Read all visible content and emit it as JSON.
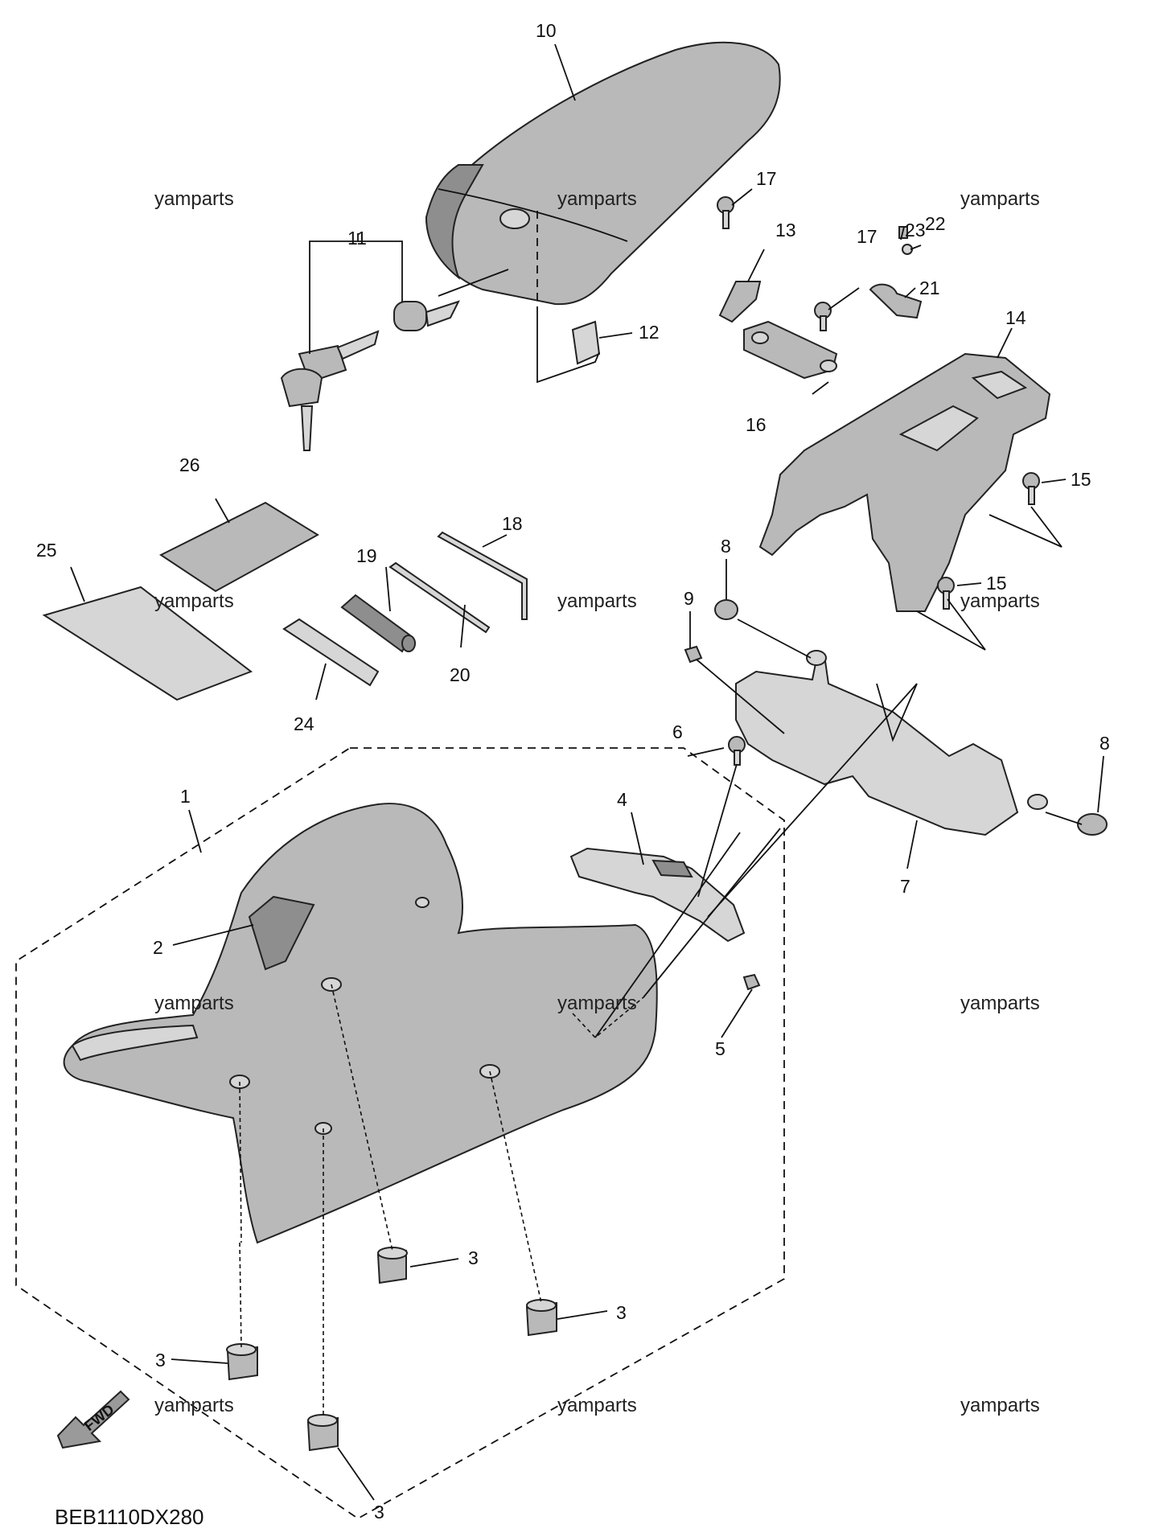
{
  "diagram_code": "BEB1110DX280",
  "fwd_label": "FWD",
  "watermarks": [
    "yamparts",
    "yamparts",
    "yamparts",
    "yamparts",
    "yamparts",
    "yamparts",
    "yamparts",
    "yamparts",
    "yamparts",
    "yamparts",
    "yamparts",
    "yamparts"
  ],
  "callouts": [
    {
      "id": "c10",
      "text": "10"
    },
    {
      "id": "c11",
      "text": "11"
    },
    {
      "id": "c12",
      "text": "12"
    },
    {
      "id": "c17a",
      "text": "17"
    },
    {
      "id": "c13",
      "text": "13"
    },
    {
      "id": "c23",
      "text": "23"
    },
    {
      "id": "c22",
      "text": "22"
    },
    {
      "id": "c17b",
      "text": "17"
    },
    {
      "id": "c21",
      "text": "21"
    },
    {
      "id": "c14",
      "text": "14"
    },
    {
      "id": "c16",
      "text": "16"
    },
    {
      "id": "c15a",
      "text": "15"
    },
    {
      "id": "c15b",
      "text": "15"
    },
    {
      "id": "c26",
      "text": "26"
    },
    {
      "id": "c18",
      "text": "18"
    },
    {
      "id": "c19",
      "text": "19"
    },
    {
      "id": "c25",
      "text": "25"
    },
    {
      "id": "c20",
      "text": "20"
    },
    {
      "id": "c24",
      "text": "24"
    },
    {
      "id": "c8a",
      "text": "8"
    },
    {
      "id": "c9",
      "text": "9"
    },
    {
      "id": "c6",
      "text": "6"
    },
    {
      "id": "c8b",
      "text": "8"
    },
    {
      "id": "c4",
      "text": "4"
    },
    {
      "id": "c7",
      "text": "7"
    },
    {
      "id": "c1",
      "text": "1"
    },
    {
      "id": "c2",
      "text": "2"
    },
    {
      "id": "c5",
      "text": "5"
    },
    {
      "id": "c3a",
      "text": "3"
    },
    {
      "id": "c3b",
      "text": "3"
    },
    {
      "id": "c3c",
      "text": "3"
    },
    {
      "id": "c3d",
      "text": "3"
    },
    {
      "id": "c3e",
      "text": "3"
    }
  ]
}
